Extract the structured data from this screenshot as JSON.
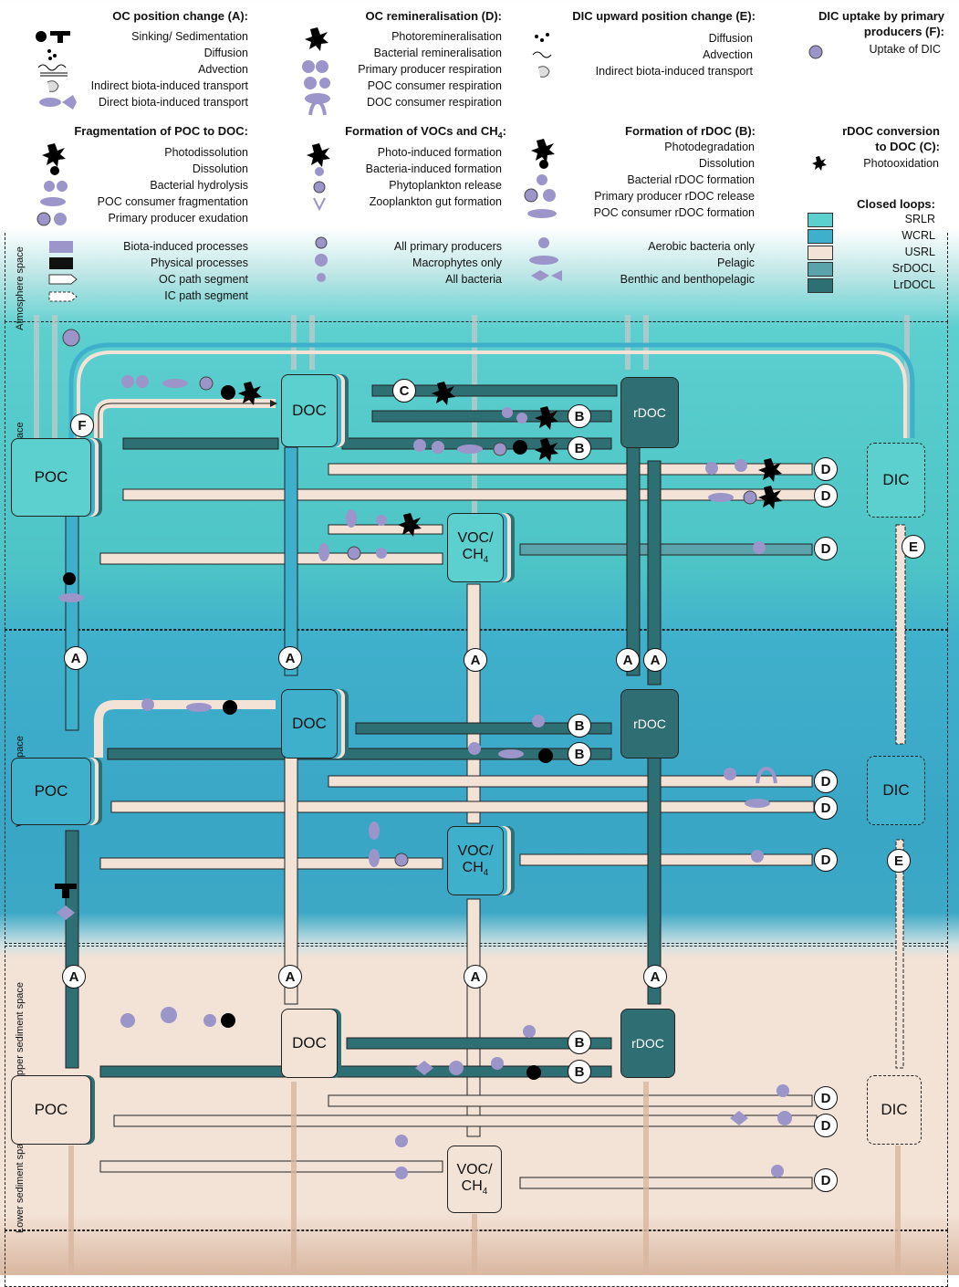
{
  "legend": {
    "A": {
      "title": "OC position change (A):",
      "items": [
        "Sinking/ Sedimentation",
        "Diffusion",
        "Advection",
        "Indirect biota-induced transport",
        "Direct biota-induced transport"
      ]
    },
    "D": {
      "title": "OC remineralisation (D):",
      "items": [
        "Photoremineralisation",
        "Bacterial remineralisation",
        "Primary producer respiration",
        "POC consumer respiration",
        "DOC consumer respiration"
      ]
    },
    "E": {
      "title": "DIC upward position change (E):",
      "items": [
        "Diffusion",
        "Advection",
        "Indirect biota-induced transport"
      ]
    },
    "F": {
      "title_line1": "DIC uptake by primary",
      "title_line2": "producers (F):",
      "items": [
        "Uptake of DIC"
      ]
    },
    "frag": {
      "title": "Fragmentation of POC to DOC:",
      "items": [
        "Photodissolution",
        "Dissolution",
        "Bacterial hydrolysis",
        "POC consumer fragmentation",
        "Primary producer exudation"
      ]
    },
    "voc": {
      "title_main": "Formation of VOCs and CH",
      "title_sub": "4",
      "title_end": ":",
      "items": [
        "Photo-induced formation",
        "Bacteria-induced formation",
        "Phytoplankton release",
        "Zooplankton gut formation"
      ]
    },
    "B": {
      "title": "Formation of rDOC (B):",
      "items": [
        "Photodegradation",
        "Dissolution",
        "Bacterial rDOC formation",
        "Primary producer rDOC release",
        "POC consumer rDOC formation"
      ]
    },
    "C": {
      "title_line1": "rDOC conversion",
      "title_line2": "to DOC (C):",
      "items": [
        "Photooxidation"
      ]
    },
    "general": {
      "items": [
        "Biota-induced processes",
        "Physical processes",
        "OC path segment",
        "IC path segment"
      ]
    },
    "organisms": {
      "items": [
        "All primary producers",
        "Macrophytes only",
        "All bacteria"
      ]
    },
    "habitats": {
      "items": [
        "Aerobic bacteria only",
        "Pelagic",
        "Benthic and benthopelagic"
      ]
    },
    "loops": {
      "title": "Closed loops:",
      "items": [
        {
          "label": "SRLR",
          "color": "#5ccfcf"
        },
        {
          "label": "WCRL",
          "color": "#3fb0cc"
        },
        {
          "label": "USRL",
          "color": "#f3e2d6"
        },
        {
          "label": "SrDOCL",
          "color": "#5aa3ab"
        },
        {
          "label": "LrDOCL",
          "color": "#2e6f74"
        }
      ]
    }
  },
  "spaces": [
    "Atmosphere space",
    "Surface layer space",
    "Water column space",
    "Upper sediment space",
    "Lower sediment space"
  ],
  "nodes": {
    "poc": "POC",
    "doc": "DOC",
    "rdoc": "rDOC",
    "dic": "DIC",
    "voc_line1": "VOC/",
    "voc_line2": "CH",
    "voc_sub": "4"
  },
  "markers": [
    "A",
    "B",
    "C",
    "D",
    "E",
    "F"
  ],
  "colors": {
    "srlr": "#5ccfcf",
    "wcrl": "#3fb0cc",
    "usrl": "#f3e2d6",
    "srdocl": "#5aa3ab",
    "lrdocl": "#2e6f74",
    "biota": "#9b95c9"
  }
}
